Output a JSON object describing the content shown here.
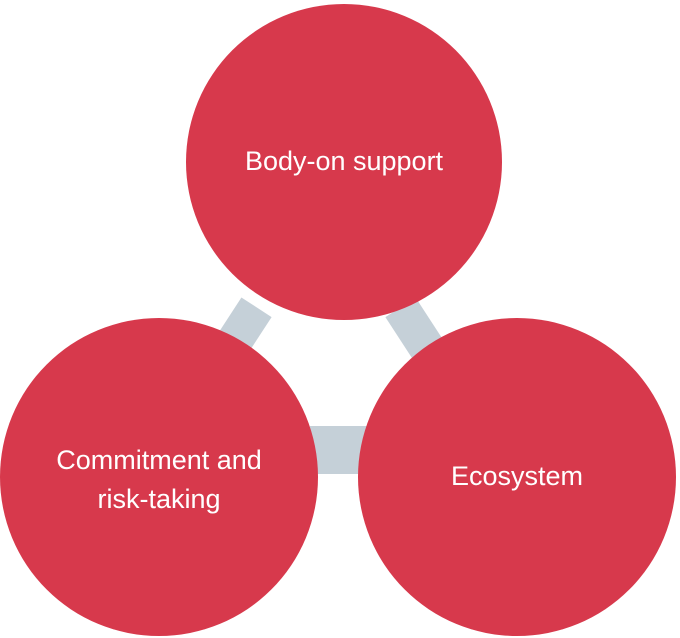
{
  "diagram": {
    "colors": {
      "node_fill": "#d7394c",
      "connector_fill": "#c5d0d8",
      "label_text": "#ffffff"
    },
    "nodes": {
      "top": {
        "label": "Body-on support"
      },
      "left": {
        "label": "Commitment and\nrisk-taking"
      },
      "right": {
        "label": "Ecosystem"
      }
    }
  }
}
